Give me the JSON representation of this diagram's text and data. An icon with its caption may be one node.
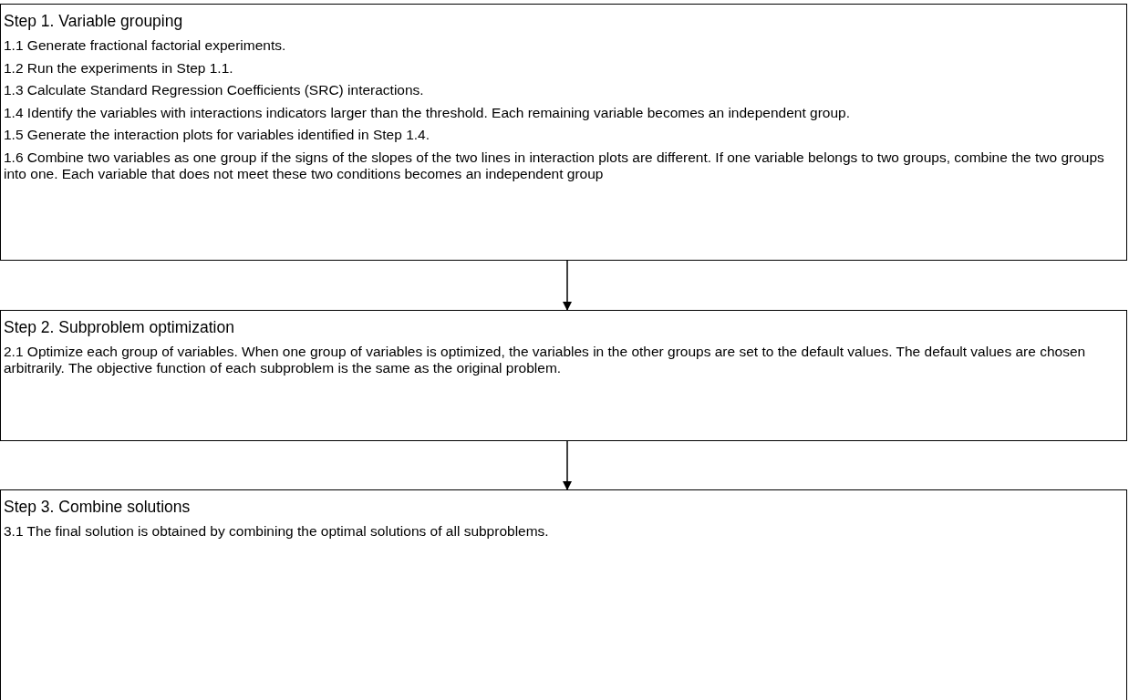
{
  "diagram": {
    "nodes": [
      {
        "text": [
          "Step 1. Variable grouping",
          "1.1 Generate fractional factorial experiments.",
          "1.2 Run the experiments in Step 1.1.",
          "1.3 Calculate Standard Regression Coefficients (SRC) interactions.",
          "1.4 Identify the variables with interactions indicators larger than the threshold. Each remaining variable becomes an independent group.",
          "1.5 Generate the interaction plots for variables identified in Step 1.4.",
          "1.6 Combine two variables as one group if the signs of the slopes of the two lines in interaction plots are different. If one variable belongs to two groups, combine the two groups into one. Each variable that does not meet these two conditions becomes an independent group"
        ]
      },
      {
        "text": [
          "Step 2. Subproblem optimization",
          "2.1 Optimize each group of variables. When one group of variables is optimized, the variables in the other groups are set to the default values. The default values are chosen arbitrarily. The objective function of each subproblem is the same as the original problem."
        ]
      },
      {
        "text": [
          "Step 3. Combine solutions",
          "3.1 The final solution is obtained by combining the optimal solutions of all subproblems."
        ]
      }
    ],
    "edges": [
      {
        "from": 0,
        "to": 1,
        "arrow": "to"
      },
      {
        "from": 1,
        "to": 2,
        "arrow": "to"
      }
    ]
  }
}
